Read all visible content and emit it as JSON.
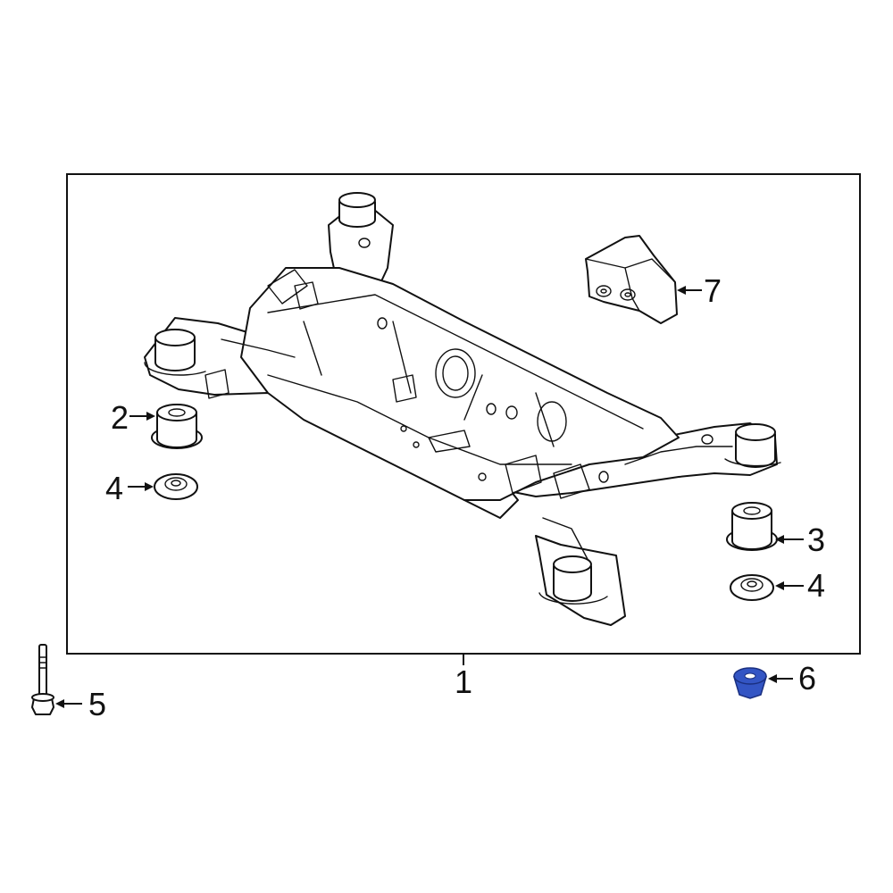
{
  "diagram": {
    "callouts": {
      "subframe": "1",
      "front_bushing": "2",
      "rear_bushing": "3",
      "washer_left": "4",
      "washer_right": "4",
      "bolt": "5",
      "nut": "6",
      "bracket": "7"
    },
    "colors": {
      "line": "#111111",
      "background": "#ffffff",
      "highlight_fill": "#3355c4",
      "highlight_stroke": "#1a2f80"
    },
    "highlighted_part": "6"
  }
}
